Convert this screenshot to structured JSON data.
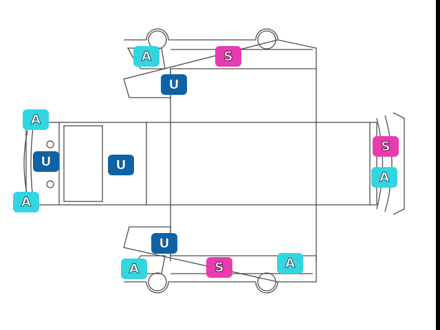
{
  "legend_letters": {
    "a": "A",
    "s": "S",
    "u": "U"
  },
  "colors": {
    "a": "#33d6e0",
    "s": "#e83bb0",
    "u": "#0d63a5",
    "outline": "#4a4a4a",
    "background": "#ffffff"
  },
  "badges": [
    {
      "id": "badge-top-side-a",
      "type": "a"
    },
    {
      "id": "badge-top-side-s",
      "type": "s"
    },
    {
      "id": "badge-top-side-u",
      "type": "u"
    },
    {
      "id": "badge-front-a-top",
      "type": "a"
    },
    {
      "id": "badge-front-u",
      "type": "u"
    },
    {
      "id": "badge-front-a-bottom",
      "type": "a"
    },
    {
      "id": "badge-roof-u",
      "type": "u"
    },
    {
      "id": "badge-rear-s",
      "type": "s"
    },
    {
      "id": "badge-rear-a",
      "type": "a"
    },
    {
      "id": "badge-bottom-side-u",
      "type": "u"
    },
    {
      "id": "badge-bottom-side-a-left",
      "type": "a"
    },
    {
      "id": "badge-bottom-side-s",
      "type": "s"
    },
    {
      "id": "badge-bottom-side-a-right",
      "type": "a"
    }
  ]
}
